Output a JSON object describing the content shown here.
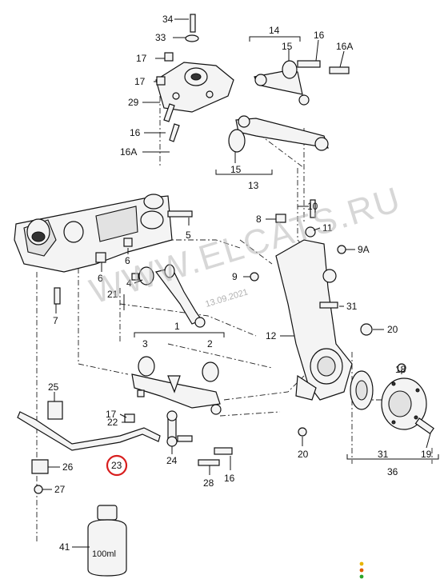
{
  "watermark": {
    "text": "WWW.ELCATS.RU",
    "date": "13.09.2021"
  },
  "bottle_label": "100ml",
  "highlighted_callout": "23",
  "callouts": {
    "c34": "34",
    "c33": "33",
    "c14": "14",
    "c16a": "16",
    "c16A_a": "16A",
    "c15a": "15",
    "c17a": "17",
    "c17b": "17",
    "c29": "29",
    "c16b": "16",
    "c16A_b": "16A",
    "c15b": "15",
    "c13": "13",
    "c10": "10",
    "c8": "8",
    "c11": "11",
    "c9A": "9A",
    "c9": "9",
    "c5": "5",
    "c6a": "6",
    "c6b": "6",
    "c4": "4",
    "c21": "21",
    "c7": "7",
    "c31a": "31",
    "c1": "1",
    "c3": "3",
    "c2": "2",
    "c12": "12",
    "c20a": "20",
    "c18": "18",
    "c25": "25",
    "c17c": "17",
    "c22": "22",
    "c26": "26",
    "c27": "27",
    "c24": "24",
    "c28": "28",
    "c16c": "16",
    "c20b": "20",
    "c31b": "31",
    "c19": "19",
    "c36": "36",
    "c41": "41"
  },
  "colors": {
    "highlight": "#d81e1e",
    "line": "#111111",
    "watermark": "#b8b8b8",
    "indicator": [
      "#e8b400",
      "#e05a00",
      "#2aa52a"
    ]
  }
}
